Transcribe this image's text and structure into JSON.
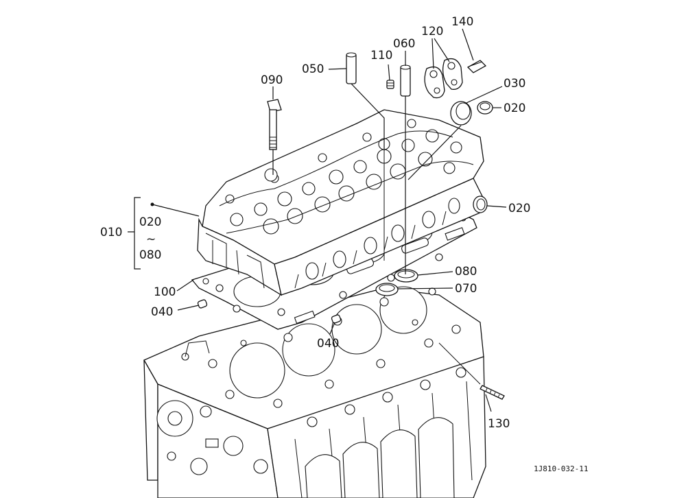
{
  "callouts": {
    "c010": "010",
    "c020_range_start": "020",
    "c_range_tilde": "~",
    "c080_range_end": "080",
    "c020_a": "020",
    "c020_b": "020",
    "c030": "030",
    "c040_a": "040",
    "c040_b": "040",
    "c050": "050",
    "c060": "060",
    "c070": "070",
    "c080": "080",
    "c090": "090",
    "c100": "100",
    "c110": "110",
    "c120": "120",
    "c130": "130",
    "c140": "140"
  },
  "figure_ref": "1J810-032-11"
}
